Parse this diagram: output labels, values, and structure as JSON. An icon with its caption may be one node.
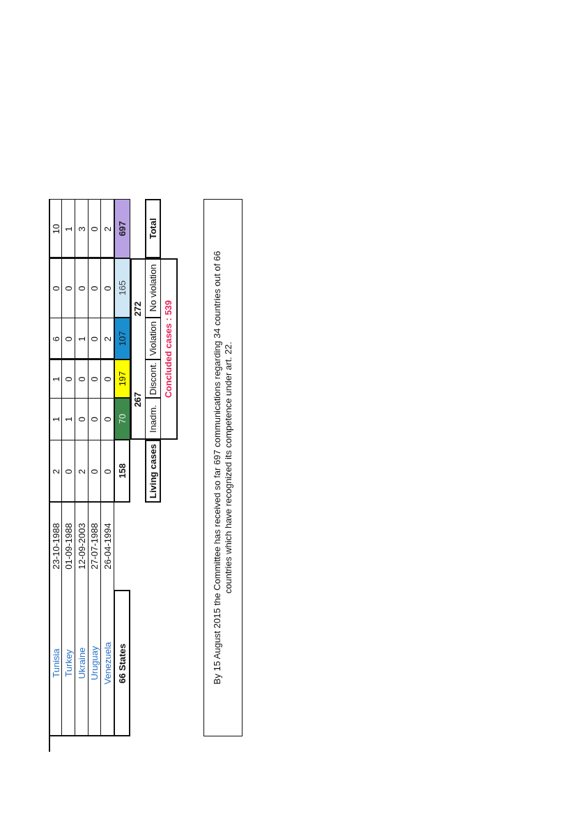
{
  "diagram": {
    "nodes": [
      {
        "text": [
          "By 15 August 2015 the Committee has received so far 697 communications regarding 34 countries out of 66 countries which have recognized its competence under art. 22."
        ]
      }
    ],
    "labels": [
      "Tunisia",
      "23-10-1988",
      "2",
      "1",
      "1",
      "6",
      "0",
      "10",
      "Turkey",
      "01-09-1988",
      "0",
      "1",
      "0",
      "0",
      "0",
      "1",
      "Ukraine",
      "12-09-2003",
      "2",
      "0",
      "0",
      "1",
      "0",
      "3",
      "Uruguay",
      "27-07-1988",
      "0",
      "0",
      "0",
      "0",
      "0",
      "0",
      "Venezuela",
      "26-04-1994",
      "0",
      "0",
      "0",
      "2",
      "0",
      "2",
      "66 States",
      "158",
      "70",
      "197",
      "107",
      "165",
      "697",
      "267",
      "272",
      "Living cases",
      "Inadm.",
      "Discont.",
      "Violation",
      "No violation",
      "Total",
      "Concluded cases : 539"
    ]
  }
}
